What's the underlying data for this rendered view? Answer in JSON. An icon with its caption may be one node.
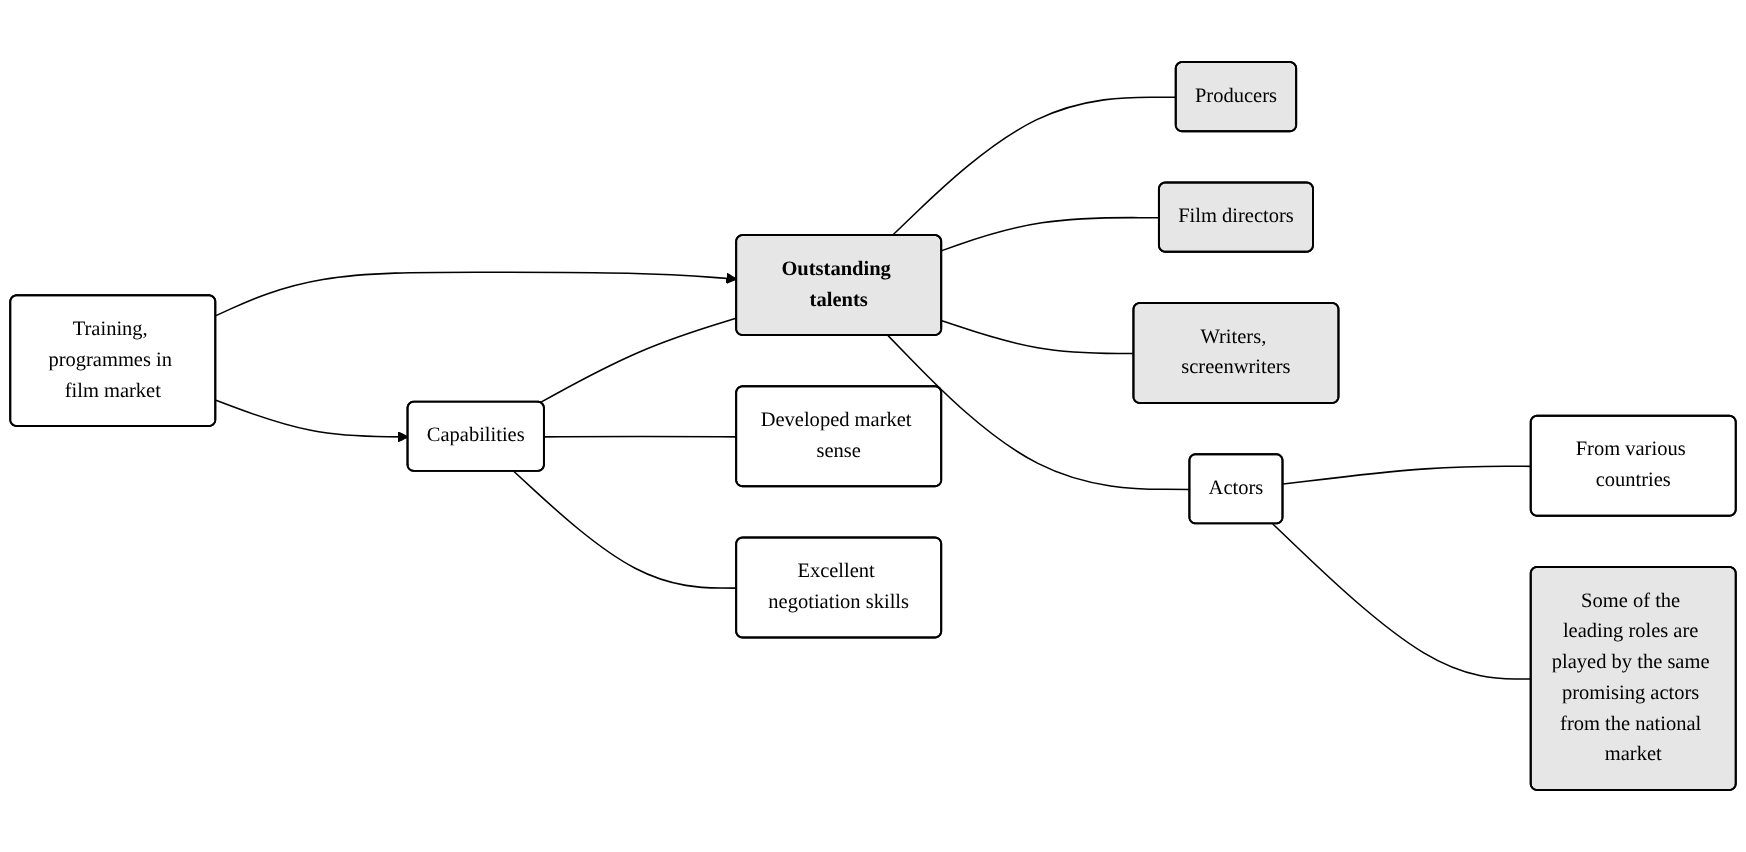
{
  "diagram": {
    "nodes": [
      {
        "text": [
          "Training, programmes in film market"
        ]
      },
      {
        "text": [
          "Capabilities"
        ]
      },
      {
        "text": [
          "Outstanding talents"
        ]
      },
      {
        "text": [
          "Developed market sense"
        ]
      },
      {
        "text": [
          "Excellent negotiation skills"
        ]
      },
      {
        "text": [
          "Producers"
        ]
      },
      {
        "text": [
          "Film directors"
        ]
      },
      {
        "text": [
          "Writers, screenwriters"
        ]
      },
      {
        "text": [
          "Actors"
        ]
      },
      {
        "text": [
          "From various countries"
        ]
      },
      {
        "text": [
          "Some of the leading roles are played by the same promising actors from the national market"
        ]
      }
    ],
    "edges": [
      {
        "from": 0,
        "to": 2,
        "arrow": "to"
      },
      {
        "from": 0,
        "to": 1,
        "arrow": "to"
      },
      {
        "from": 1,
        "to": 2,
        "arrow": "none"
      },
      {
        "from": 1,
        "to": 3,
        "arrow": "none"
      },
      {
        "from": 1,
        "to": 4,
        "arrow": "none"
      },
      {
        "from": 2,
        "to": 5,
        "arrow": "none"
      },
      {
        "from": 2,
        "to": 6,
        "arrow": "none"
      },
      {
        "from": 2,
        "to": 7,
        "arrow": "none"
      },
      {
        "from": 2,
        "to": 8,
        "arrow": "none"
      },
      {
        "from": 8,
        "to": 9,
        "arrow": "none"
      },
      {
        "from": 8,
        "to": 10,
        "arrow": "none"
      }
    ]
  }
}
